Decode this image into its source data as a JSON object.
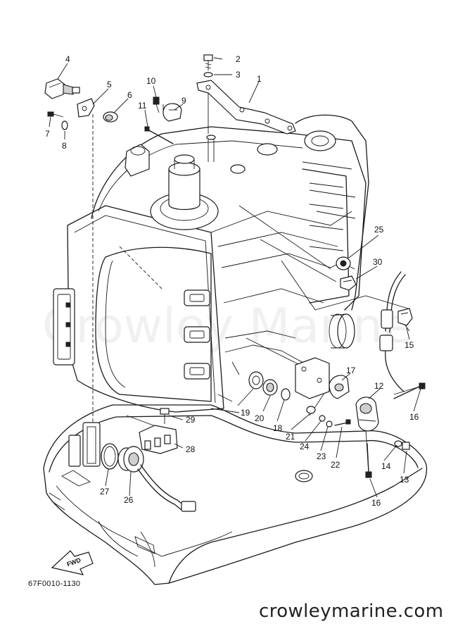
{
  "watermark": "Crowley Marine",
  "drawing_code": "67F0010-1130",
  "website": "crowleymarine.com",
  "fwd_label": "FWD",
  "callouts": [
    {
      "id": "c1",
      "text": "1"
    },
    {
      "id": "c2",
      "text": "2"
    },
    {
      "id": "c3",
      "text": "3"
    },
    {
      "id": "c4",
      "text": "4"
    },
    {
      "id": "c5",
      "text": "5"
    },
    {
      "id": "c6",
      "text": "6"
    },
    {
      "id": "c7",
      "text": "7"
    },
    {
      "id": "c8",
      "text": "8"
    },
    {
      "id": "c9",
      "text": "9"
    },
    {
      "id": "c10",
      "text": "10"
    },
    {
      "id": "c11",
      "text": "11"
    },
    {
      "id": "c12",
      "text": "12"
    },
    {
      "id": "c13",
      "text": "13"
    },
    {
      "id": "c14",
      "text": "14"
    },
    {
      "id": "c15",
      "text": "15"
    },
    {
      "id": "c16a",
      "text": "16"
    },
    {
      "id": "c16b",
      "text": "16"
    },
    {
      "id": "c17",
      "text": "17"
    },
    {
      "id": "c18",
      "text": "18"
    },
    {
      "id": "c19",
      "text": "19"
    },
    {
      "id": "c20",
      "text": "20"
    },
    {
      "id": "c21",
      "text": "21"
    },
    {
      "id": "c22",
      "text": "22"
    },
    {
      "id": "c23",
      "text": "23"
    },
    {
      "id": "c24",
      "text": "24"
    },
    {
      "id": "c25",
      "text": "25"
    },
    {
      "id": "c26",
      "text": "26"
    },
    {
      "id": "c27",
      "text": "27"
    },
    {
      "id": "c28",
      "text": "28"
    },
    {
      "id": "c29",
      "text": "29"
    },
    {
      "id": "c30",
      "text": "30"
    }
  ]
}
